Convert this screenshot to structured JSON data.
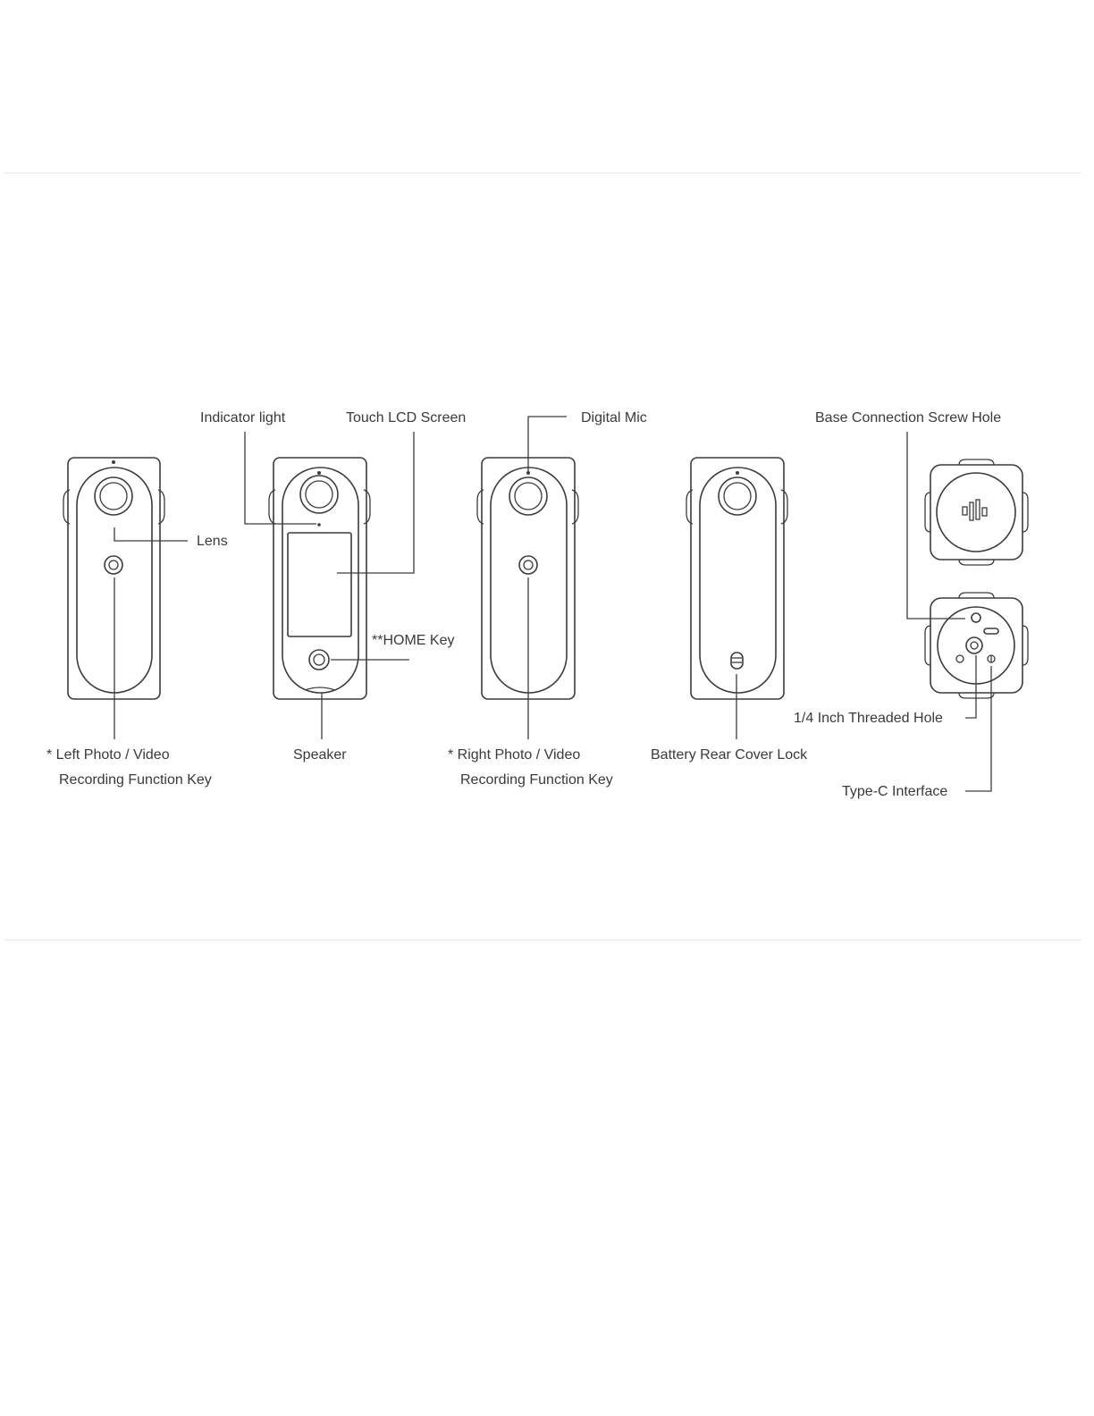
{
  "colors": {
    "line": "#3c3c3c",
    "text": "#3a3a3a",
    "rule": "#e3e9ef",
    "background": "#ffffff"
  },
  "labels": {
    "indicator_light": "Indicator light",
    "touch_lcd_screen": "Touch LCD Screen",
    "digital_mic": "Digital Mic",
    "base_connection_screw_hole": "Base Connection Screw Hole",
    "lens": "Lens",
    "home_key": "**HOME Key",
    "left_key_line1": "* Left Photo / Video",
    "left_key_line2": "Recording Function Key",
    "speaker": "Speaker",
    "right_key_line1": "* Right Photo / Video",
    "right_key_line2": "Recording Function Key",
    "battery_rear_cover_lock": "Battery Rear Cover Lock",
    "threaded_hole": "1/4 Inch Threaded Hole",
    "type_c_interface": "Type-C Interface"
  }
}
